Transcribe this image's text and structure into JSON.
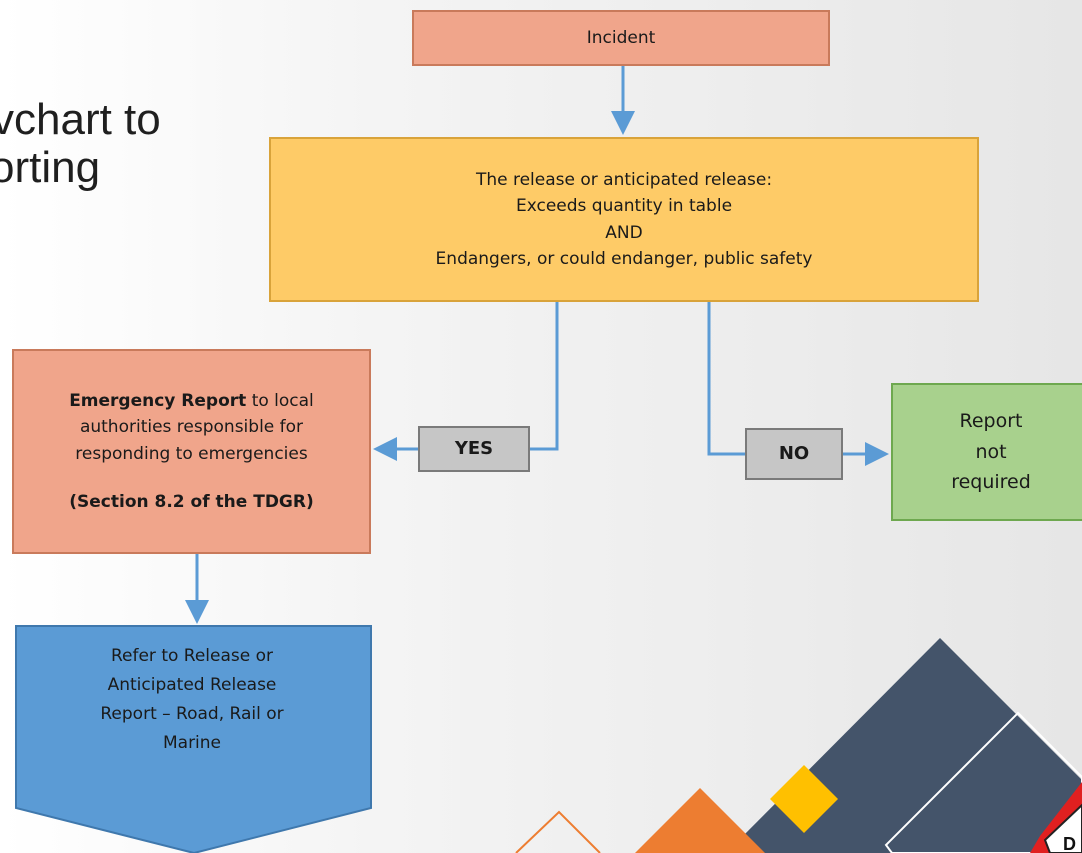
{
  "slide": {
    "title_lines": [
      "vchart to",
      "orting"
    ]
  },
  "flowchart": {
    "incident": "Incident",
    "condition": {
      "line1": "The release or anticipated release:",
      "line2": "Exceeds quantity in table",
      "line3": "AND",
      "line4": "Endangers, or could endanger, public safety"
    },
    "yes_label": "YES",
    "no_label": "NO",
    "emergency": {
      "bold": "Emergency Report",
      "line1_rest": " to local",
      "line2": "authorities responsible for",
      "line3": "responding to emergencies",
      "section": "(Section 8.2 of the TDGR)"
    },
    "report_not_required": [
      "Report",
      "not",
      "required"
    ],
    "refer": [
      "Refer to Release or",
      "Anticipated Release",
      "Report – Road, Rail or",
      "Marine"
    ]
  },
  "colors": {
    "incident_fill": "#f0a58b",
    "condition_fill": "#fecb67",
    "emergency_fill": "#f0a58b",
    "report_not_fill": "#a8d18d",
    "refer_fill": "#5b9bd5",
    "decision_fill": "#c6c6c6",
    "connector": "#5b9bd5",
    "deco_slate": "#44546a",
    "deco_orange": "#ed7d31",
    "deco_yellow": "#ffc000",
    "deco_red": "#e02020"
  },
  "logo_text": "D"
}
